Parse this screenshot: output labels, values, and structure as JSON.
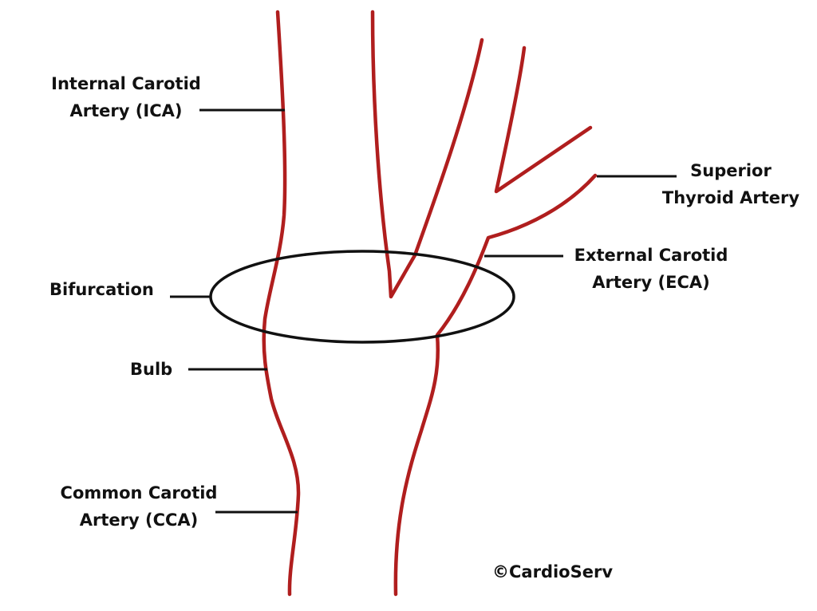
{
  "labels": {
    "ica": [
      "Internal Carotid",
      "Artery (ICA)"
    ],
    "superior_thyroid": [
      "Superior",
      "Thyroid Artery"
    ],
    "eca": [
      "External Carotid",
      "Artery (ECA)"
    ],
    "bifurcation": "Bifurcation",
    "bulb": "Bulb",
    "cca": [
      "Common Carotid",
      "Artery (CCA)"
    ]
  },
  "copyright": "©CardioServ",
  "colors": {
    "artery": "#b01e1e",
    "ink": "#111111",
    "background": "#ffffff"
  }
}
